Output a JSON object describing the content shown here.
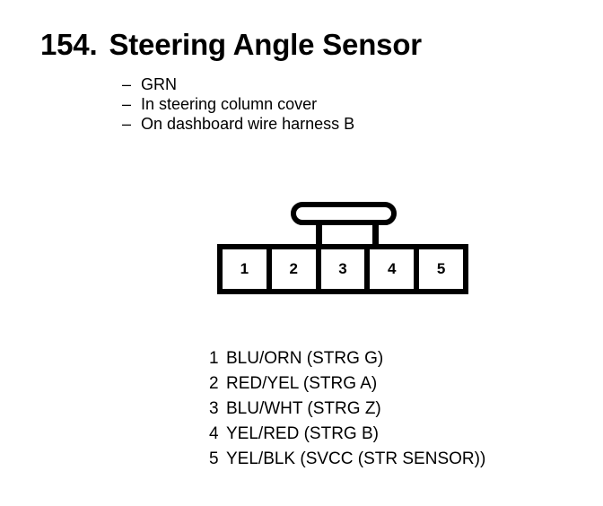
{
  "title": {
    "number": "154.",
    "name": "Steering Angle Sensor"
  },
  "attributes": {
    "dash": "–",
    "items": [
      {
        "text": "GRN"
      },
      {
        "text": "In steering column cover"
      },
      {
        "text": "On dashboard wire harness B"
      }
    ]
  },
  "connector": {
    "latch_name": "latch-tab",
    "cells": [
      {
        "number": "1"
      },
      {
        "number": "2"
      },
      {
        "number": "3"
      },
      {
        "number": "4"
      },
      {
        "number": "5"
      }
    ]
  },
  "pin_legend": [
    {
      "pin": "1",
      "wire": "BLU/ORN (STRG G)"
    },
    {
      "pin": "2",
      "wire": "RED/YEL (STRG A)"
    },
    {
      "pin": "3",
      "wire": "BLU/WHT (STRG Z)"
    },
    {
      "pin": "4",
      "wire": "YEL/RED (STRG B)"
    },
    {
      "pin": "5",
      "wire": "YEL/BLK (SVCC (STR SENSOR))"
    }
  ],
  "colors": {
    "ink": "#000000",
    "paper": "#ffffff"
  }
}
